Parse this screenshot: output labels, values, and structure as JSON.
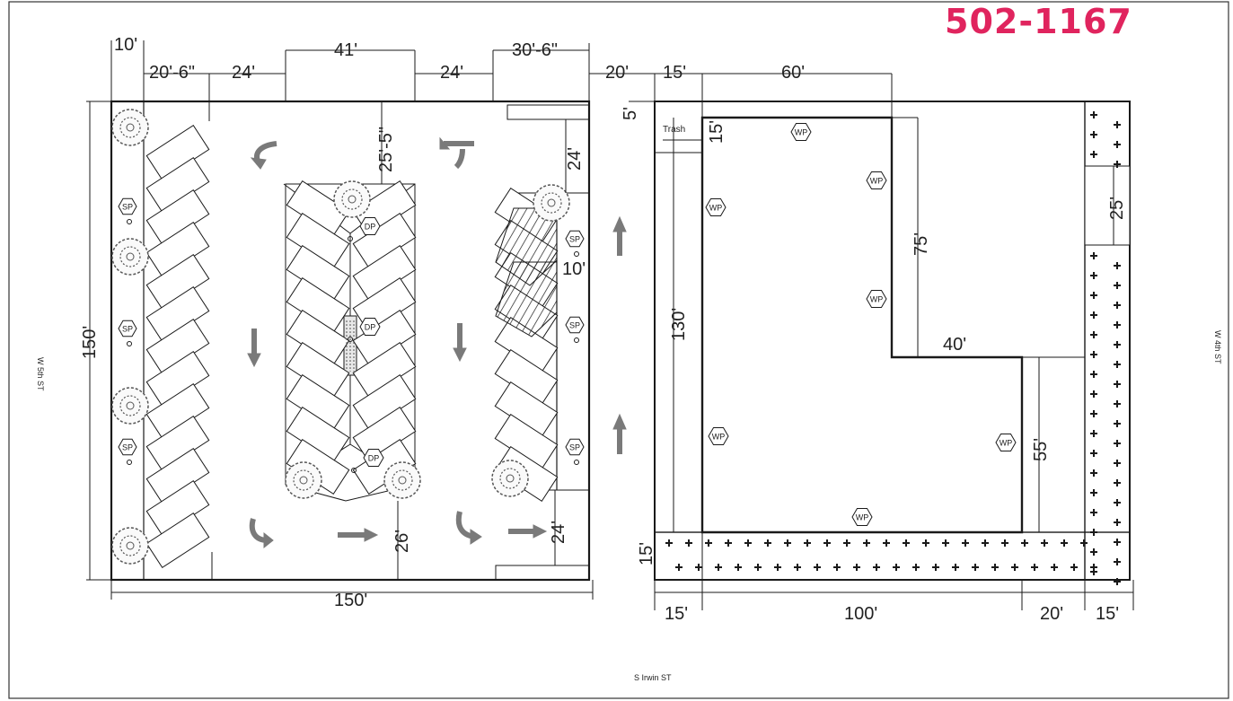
{
  "case_number": "502-1167",
  "case_color": "#e0245e",
  "streets": {
    "west": "W 5th ST",
    "east": "W 4th ST",
    "south": "S Irwin ST"
  },
  "labels": {
    "trash": "Trash",
    "sp": "SP",
    "dp": "DP",
    "wp": "WP"
  },
  "parking_dims": {
    "top": [
      "10'",
      "20'-6\"",
      "24'",
      "41'",
      "24'",
      "30'-6\"",
      "20'"
    ],
    "left": "150'",
    "bottom": "150'",
    "median_top": "25'-5\"",
    "right_top": "24'",
    "right_stall": "10'",
    "bottom_mid": "26'",
    "bottom_right": "24'"
  },
  "building_dims": {
    "top": [
      "15'",
      "60'"
    ],
    "setback_top": "5'",
    "inner_top": "15'",
    "left": "130'",
    "upper_right": "75'",
    "notch": "40'",
    "lower_right": "55'",
    "buffer_right": "25'",
    "bottom_buffer": "15'",
    "bottom": [
      "15'",
      "100'",
      "20'",
      "15'"
    ]
  },
  "colors": {
    "line": "#1a1a1a",
    "arrow": "#7a7a7a",
    "tree": "#555555"
  }
}
